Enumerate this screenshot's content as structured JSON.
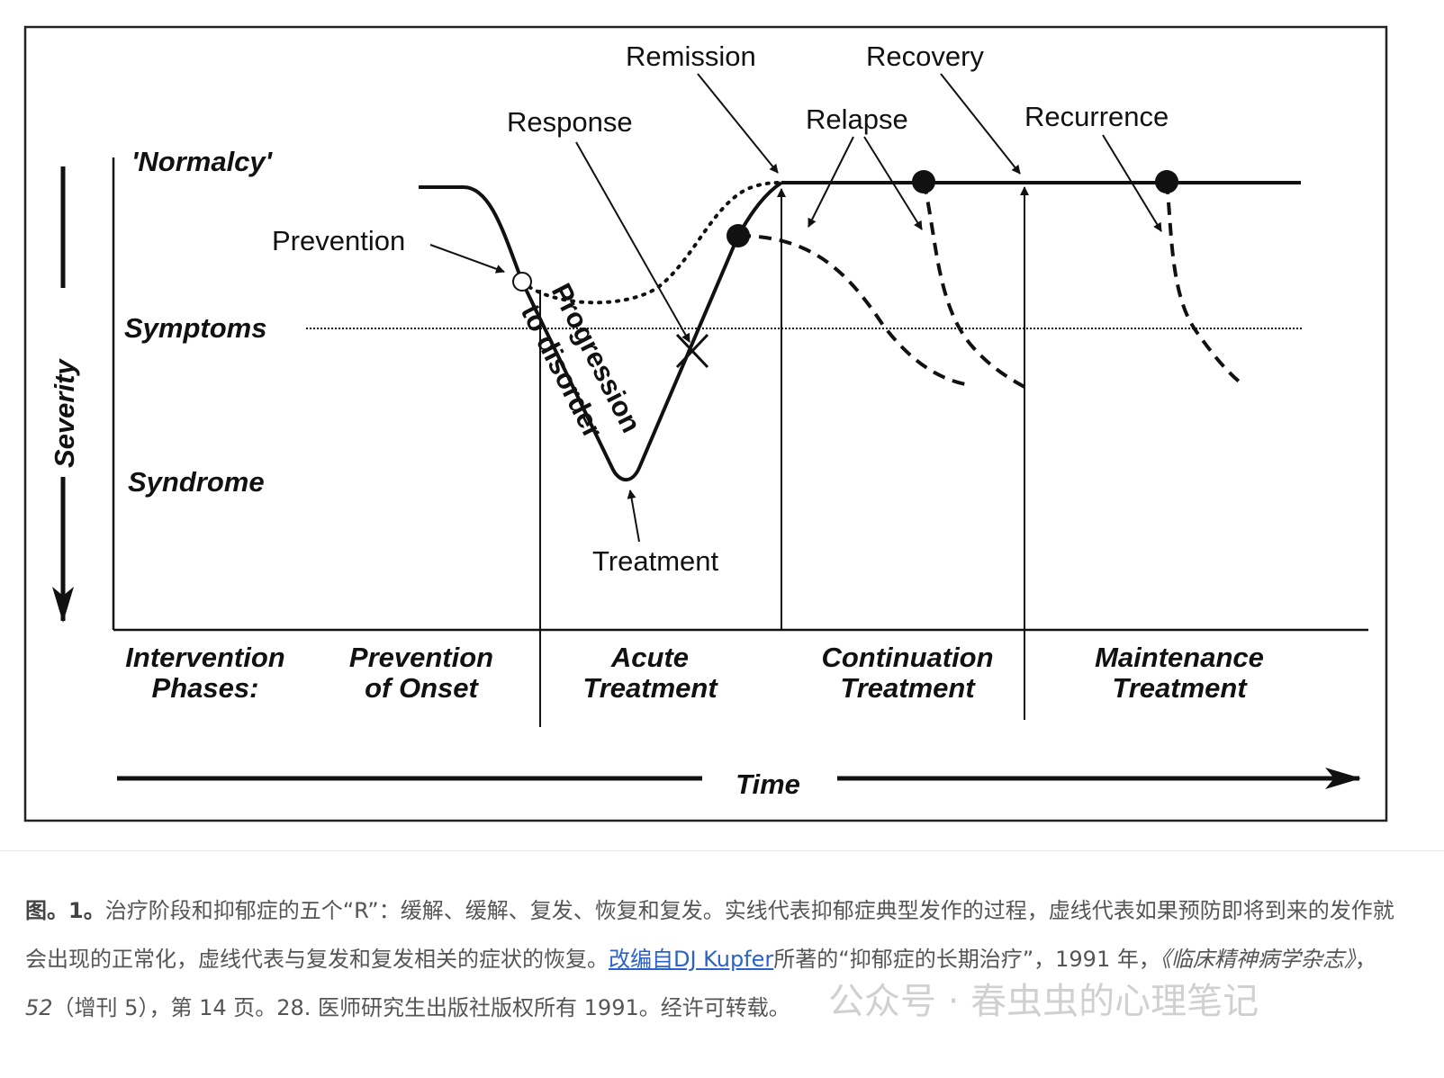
{
  "diagram": {
    "top_labels": {
      "remission": "Remission",
      "recovery": "Recovery",
      "response": "Response",
      "relapse": "Relapse",
      "recurrence": "Recurrence"
    },
    "y_axis": {
      "title": "Severity",
      "levels": [
        "'Normalcy'",
        "Symptoms",
        "Syndrome"
      ]
    },
    "annotations": {
      "prevention": "Prevention",
      "progression": "Progression",
      "to_disorder": "to disorder",
      "treatment": "Treatment"
    },
    "phases": {
      "header_line1": "Intervention",
      "header_line2": "Phases:",
      "items": [
        {
          "l1": "Prevention",
          "l2": "of Onset"
        },
        {
          "l1": "Acute",
          "l2": "Treatment"
        },
        {
          "l1": "Continuation",
          "l2": "Treatment"
        },
        {
          "l1": "Maintenance",
          "l2": "Treatment"
        }
      ]
    },
    "x_axis": {
      "title": "Time"
    }
  },
  "caption": {
    "fig_label": "图。1。",
    "text1": "治疗阶段和抑郁症的五个“R”：缓解、缓解、复发、恢复和复发。实线代表抑郁症典型发作的过程，虚线代表如果预防即将到来的发作就会出现的正常化，虚线代表与复发和复发相关的症状的恢复。",
    "link": "改编自DJ Kupfer",
    "text2": "所著的“抑郁症的长期治疗”，1991 年，",
    "journal": "《临床精神病学杂志》",
    "text3": "，",
    "volume": "52",
    "text4": "（增刊 5），第 14 页。28. 医师研究生出版社版权所有 1991。经许可转载。"
  },
  "watermark": "公众号 · 春虫虫的心理笔记"
}
